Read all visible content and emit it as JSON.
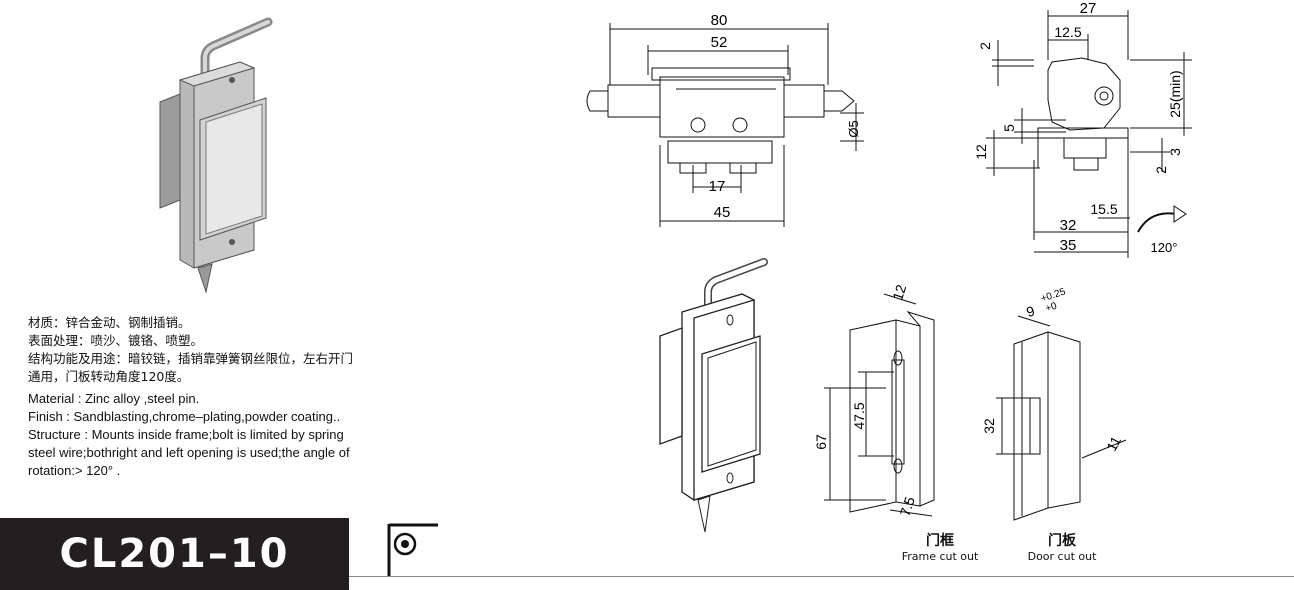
{
  "spec_cn": [
    "材质：锌合金动、钢制插销。",
    "表面处理：喷沙、镀铬、喷塑。",
    "结构功能及用途：暗铰链，插销靠弹簧钢丝限位，左右开门",
    "通用，门板转动角度120度。"
  ],
  "spec_en": [
    "Material : Zinc alloy ,steel pin.",
    "Finish : Sandblasting,chrome–plating,powder coating..",
    "Structure : Mounts inside frame;bolt is limited by spring",
    "steel wire;bothright and left opening is used;the angle of",
    "rotation:> 120°  ."
  ],
  "model": "CL201–10",
  "dims_top": {
    "d80": "80",
    "d52": "52",
    "d17": "17",
    "d45": "45",
    "dphi5": "Ø5"
  },
  "dims_side": {
    "d27": "27",
    "d12_5": "12.5",
    "d2a": "2",
    "d5": "5",
    "d25min": "25(min)",
    "d12": "12",
    "d3": "3",
    "d2b": "2",
    "d15_5": "15.5",
    "d32": "32",
    "d35": "35",
    "angle": "120°"
  },
  "dims_frame": {
    "d12": "12",
    "d47_5": "47.5",
    "d67": "67",
    "d7_5": "7.5"
  },
  "dims_door": {
    "d9": "9",
    "tol_plus": "+0.25",
    "tol_zero": "+0",
    "d32": "32",
    "d11": "11"
  },
  "captions": {
    "frame_cn": "门框",
    "frame_en": "Frame cut out",
    "door_cn": "门板",
    "door_en": "Door cut out"
  },
  "colors": {
    "model_bg": "#231f20",
    "model_text": "#ffffff",
    "line": "#111111"
  }
}
